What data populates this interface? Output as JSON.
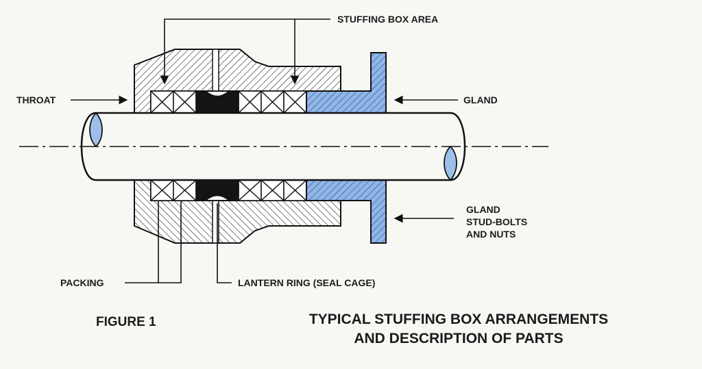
{
  "labels": {
    "stuffing_box_area": "STUFFING BOX AREA",
    "throat": "THROAT",
    "gland": "GLAND",
    "gland_studs_line1": "GLAND",
    "gland_studs_line2": "STUD-BOLTS",
    "gland_studs_line3": "AND NUTS",
    "packing": "PACKING",
    "lantern_ring": "LANTERN RING (SEAL CAGE)"
  },
  "figure_label": "FIGURE 1",
  "caption": {
    "line1": "TYPICAL STUFFING BOX ARRANGEMENTS",
    "line2": "AND DESCRIPTION OF PARTS"
  },
  "colors": {
    "gland": "#8fb6e8",
    "shaft_end": "#9cc0ea",
    "housing_hatch": "#3a3a3a",
    "lantern_ring": "#141414"
  }
}
